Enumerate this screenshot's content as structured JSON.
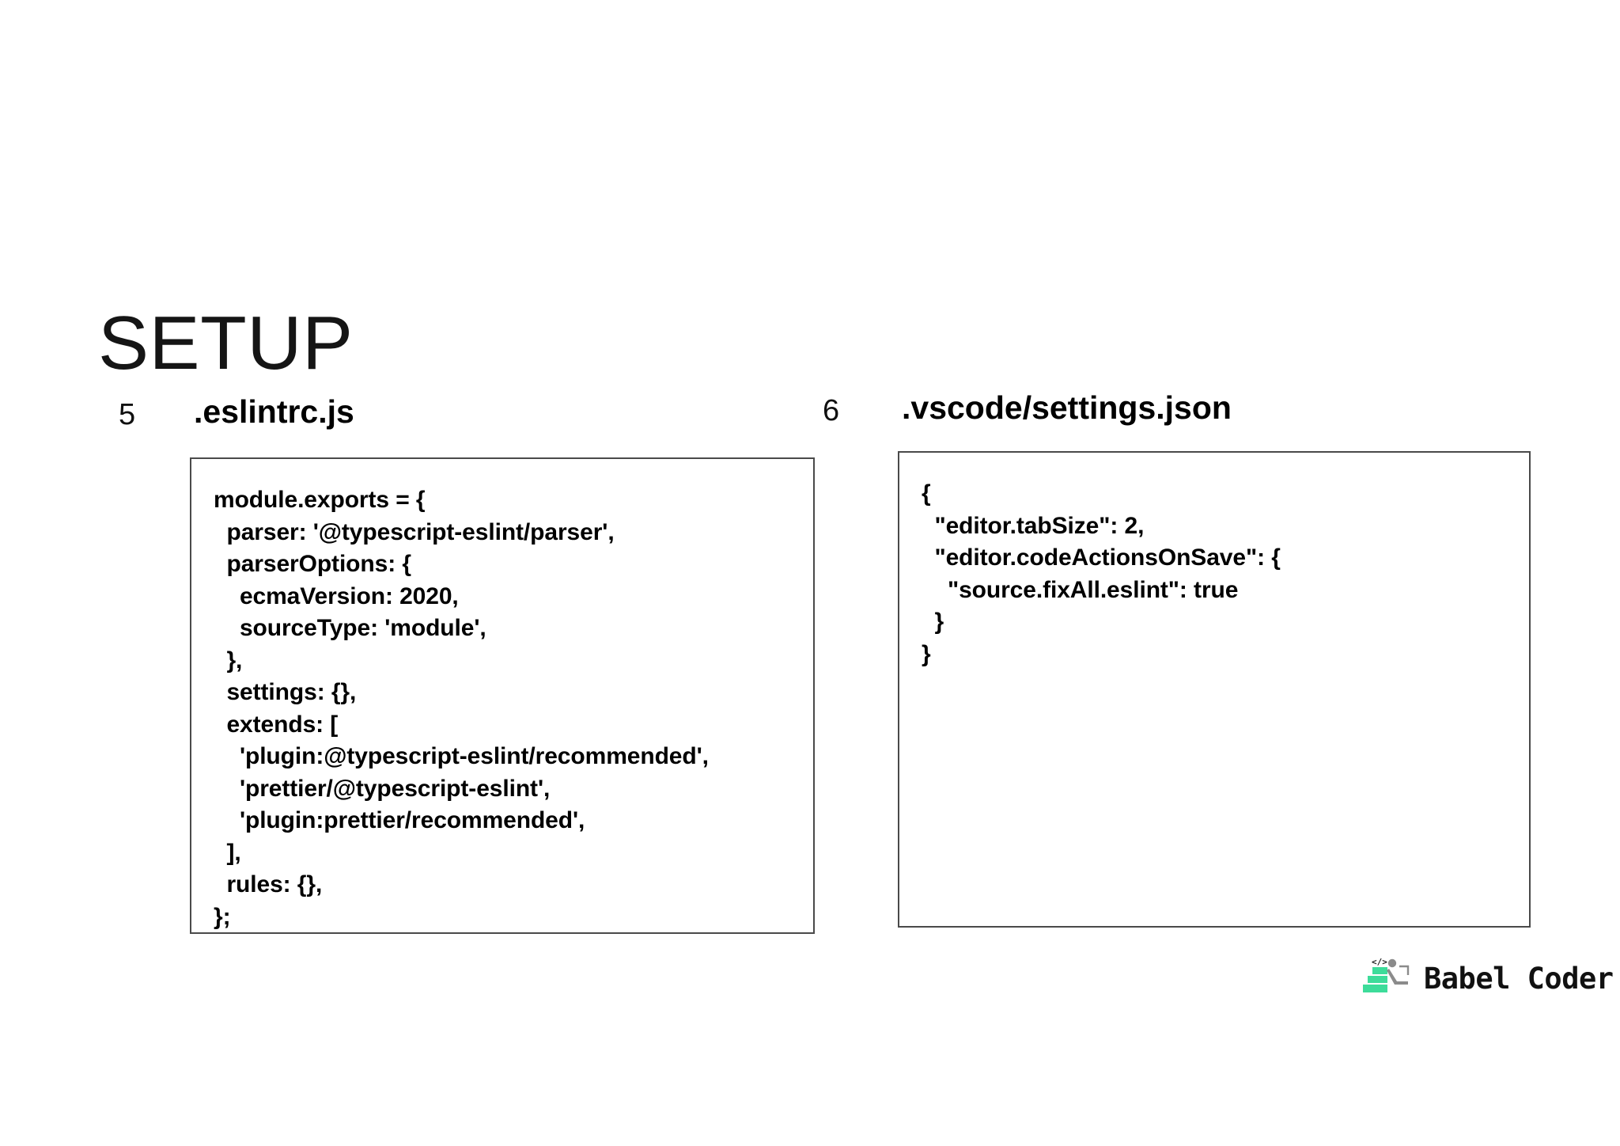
{
  "slide": {
    "title": "SETUP"
  },
  "items": [
    {
      "index": "5",
      "title": ".eslintrc.js",
      "code_lines": [
        "module.exports = {",
        "  parser: '@typescript-eslint/parser',",
        "  parserOptions: {",
        "    ecmaVersion: 2020,",
        "    sourceType: 'module',",
        "  },",
        "  settings: {},",
        "  extends: [",
        "    'plugin:@typescript-eslint/recommended',",
        "    'prettier/@typescript-eslint',",
        "    'plugin:prettier/recommended',",
        "  ],",
        "  rules: {},",
        "};"
      ]
    },
    {
      "index": "6",
      "title": ".vscode/settings.json",
      "code_lines": [
        "{",
        "  \"editor.tabSize\": 2,",
        "  \"editor.codeActionsOnSave\": {",
        "    \"source.fixAll.eslint\": true",
        "  }",
        "}"
      ]
    }
  ],
  "brand": {
    "name": "Babel Coder",
    "accent_color": "#3ddc9a",
    "figure_color": "#8b8b8b",
    "text_color": "#111111"
  }
}
